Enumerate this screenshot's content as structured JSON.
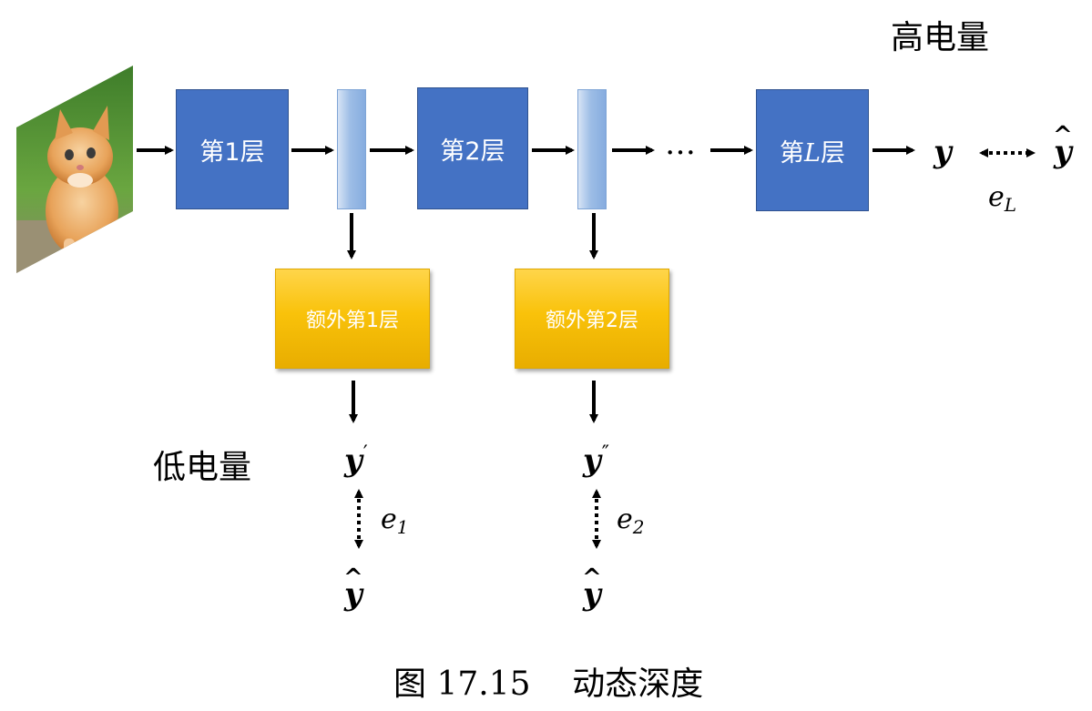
{
  "high_power_label": "高电量",
  "low_power_label": "低电量",
  "layers": [
    {
      "label": "第1层"
    },
    {
      "label": "第2层"
    },
    {
      "label_prefix": "第",
      "label_var": "L",
      "label_suffix": "层"
    }
  ],
  "extra_layers": [
    {
      "label": "额外第1层"
    },
    {
      "label": "额外第2层"
    }
  ],
  "ellipsis": "…",
  "outputs": {
    "main_output": "y",
    "target": "y",
    "main_error": {
      "base": "e",
      "sub": "L"
    },
    "branch1_output": {
      "base": "y",
      "prime": "′"
    },
    "branch1_error": {
      "base": "e",
      "sub": "1"
    },
    "branch1_target": "y",
    "branch2_output": {
      "base": "y",
      "prime": "″"
    },
    "branch2_error": {
      "base": "e",
      "sub": "2"
    },
    "branch2_target": "y"
  },
  "caption": {
    "figure": "图 17.15",
    "title": "动态深度"
  },
  "colors": {
    "layer": "#4472c4",
    "extra_layer": "#f9c20a",
    "feature_bar": "#9dbde6"
  },
  "icons": {
    "input_image": "kitten-photo"
  }
}
